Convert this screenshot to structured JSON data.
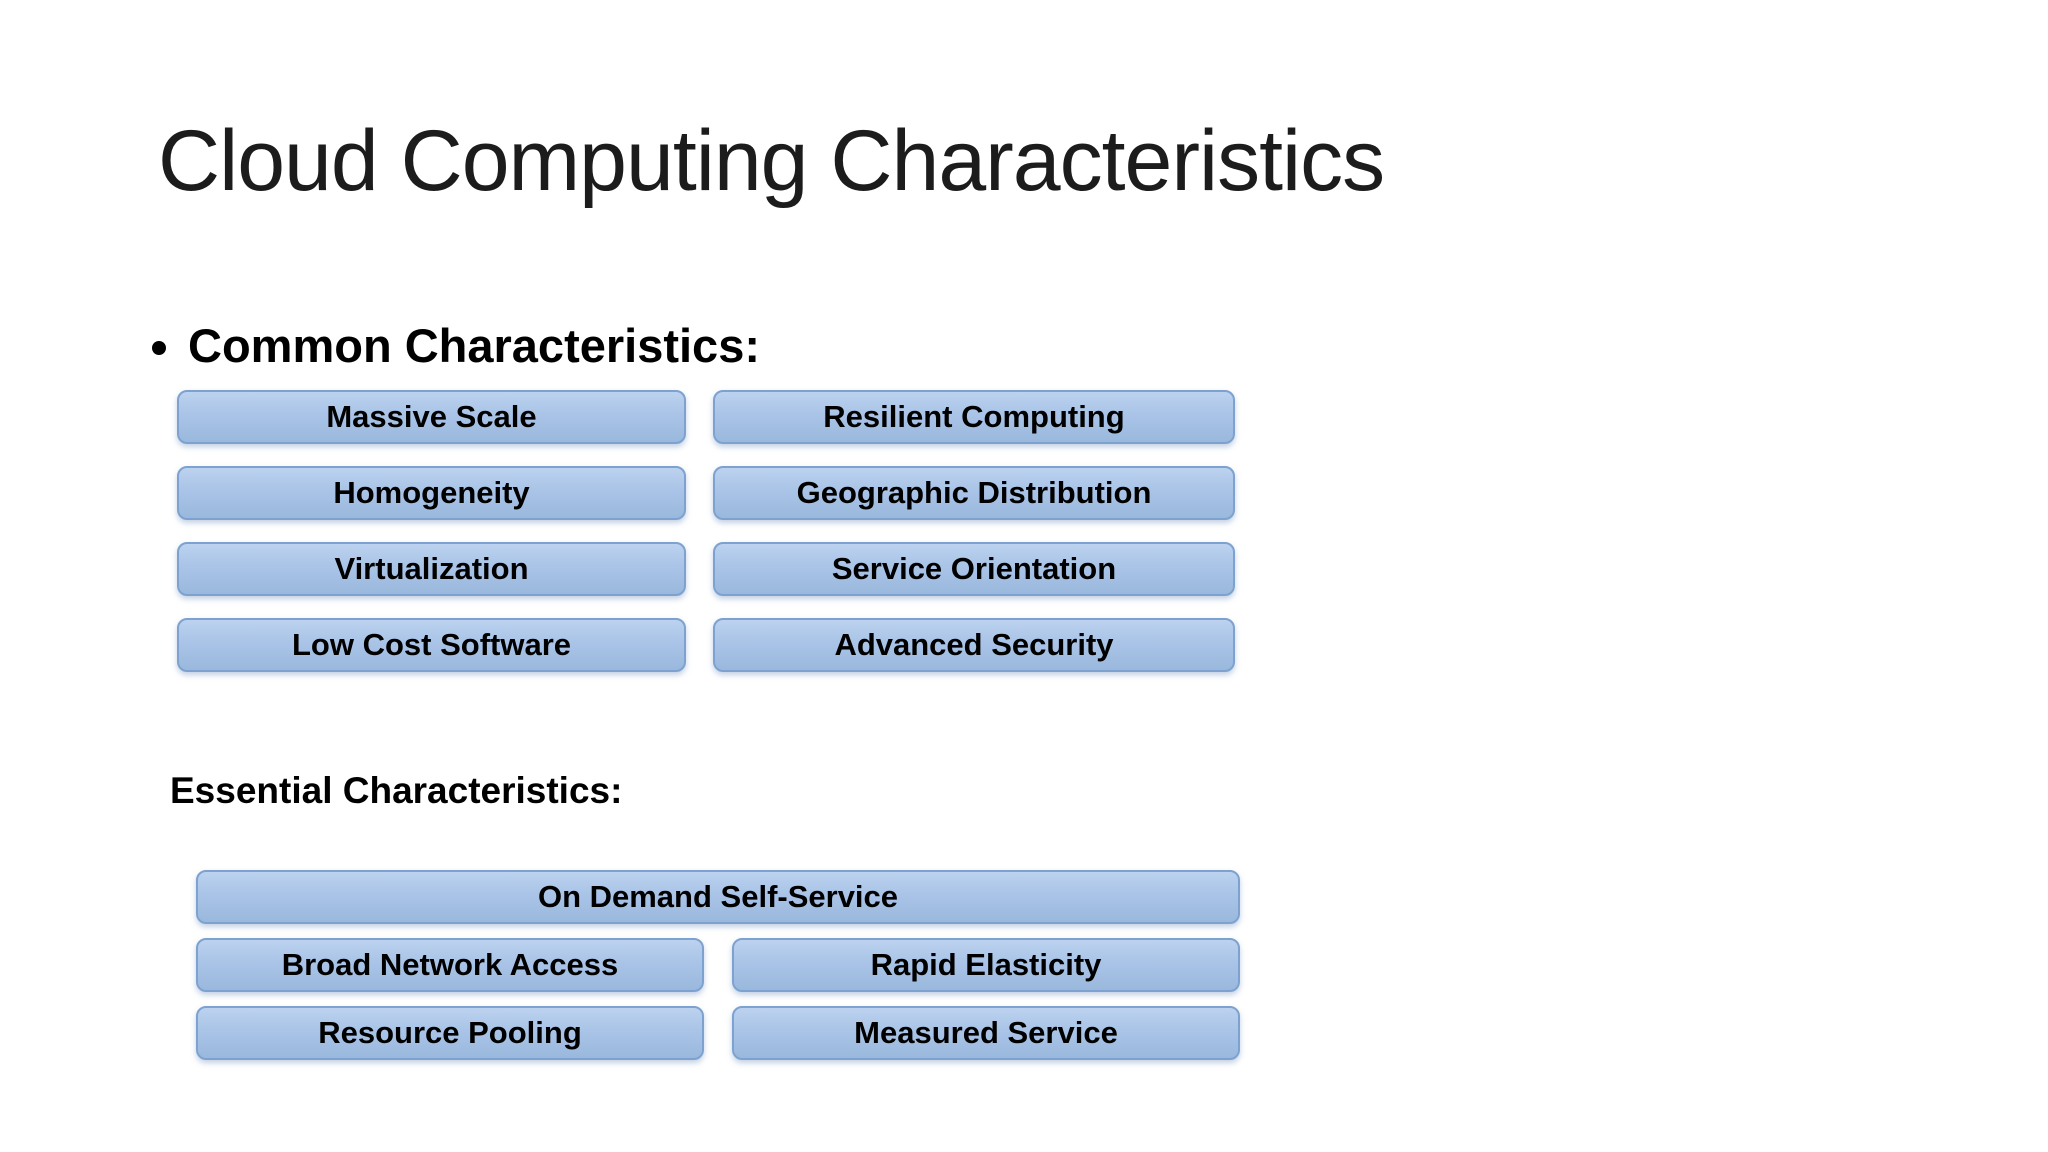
{
  "slide": {
    "title": "Cloud Computing Characteristics"
  },
  "common": {
    "heading": "Common Characteristics:",
    "left": [
      "Massive Scale",
      "Homogeneity",
      "Virtualization",
      "Low Cost Software"
    ],
    "right": [
      "Resilient Computing",
      "Geographic Distribution",
      "Service Orientation",
      "Advanced Security"
    ]
  },
  "essential": {
    "heading": "Essential Characteristics:",
    "full": "On Demand Self-Service",
    "left": [
      "Broad Network Access",
      "Resource Pooling"
    ],
    "right": [
      "Rapid Elasticity",
      "Measured Service"
    ]
  },
  "colors": {
    "background": "#ffffff",
    "title_text": "#1c1c1c",
    "heading_text": "#000000",
    "button_text": "#000000",
    "button_gradient_top": "#bcd2ef",
    "button_gradient_bottom": "#9ab8dd",
    "button_border": "#7da2cf"
  }
}
